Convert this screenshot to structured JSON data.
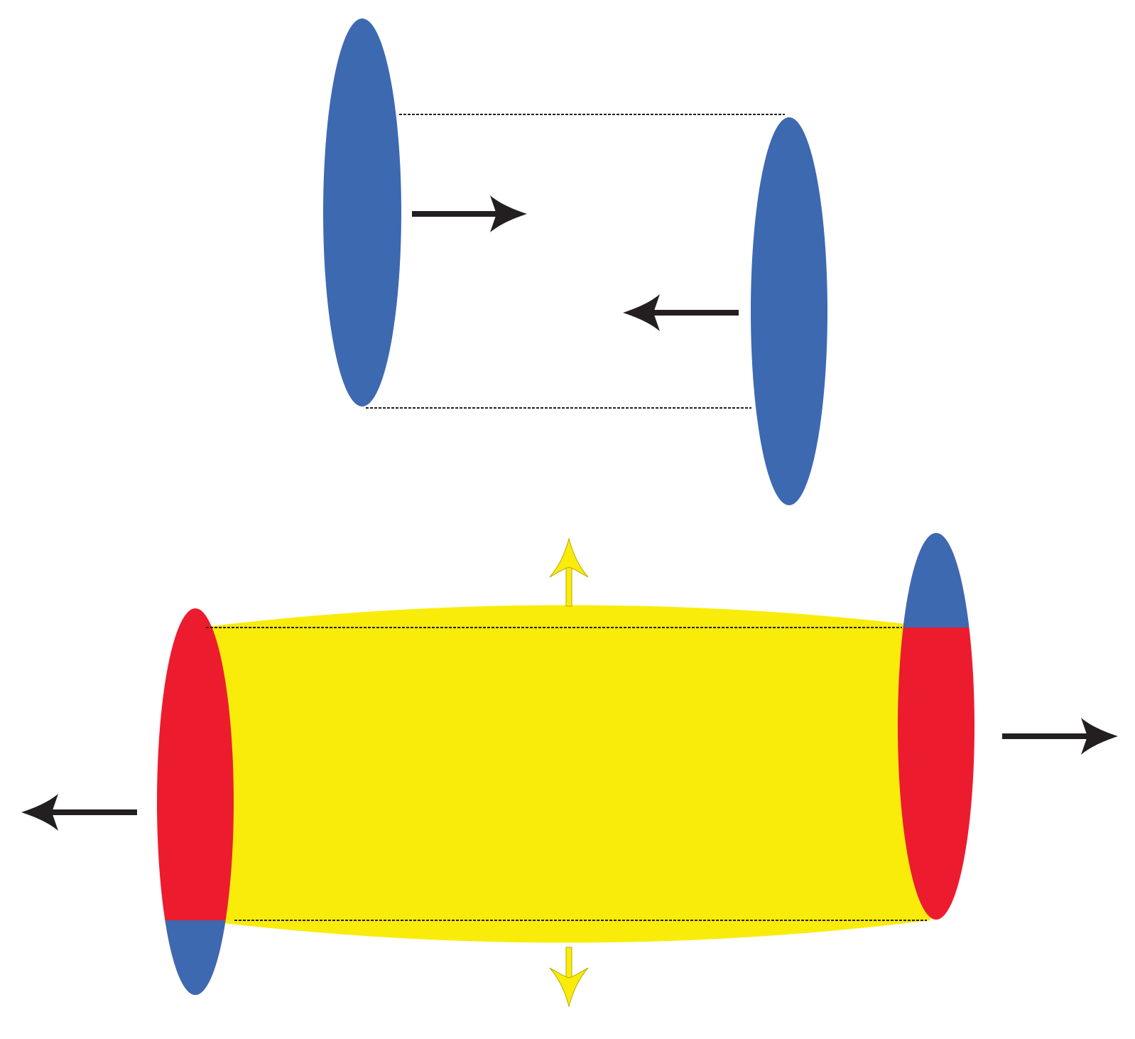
{
  "colors": {
    "background": "#ffffff",
    "nucleus": "#3d69b1",
    "participant": "#ec1c2e",
    "fireball": "#f9ec0b",
    "arrow": "#231f20",
    "dashed_line": "#231f20",
    "emission_arrow_stroke": "#b8ab00"
  },
  "stages": [
    {
      "name": "before-collision",
      "nucleus_colors": [
        "nucleus",
        "nucleus"
      ],
      "motion": [
        "right",
        "left"
      ]
    },
    {
      "name": "after-collision",
      "nucleus_colors": [
        "participant",
        "participant"
      ],
      "spectator_color": "nucleus",
      "motion": [
        "left",
        "right"
      ],
      "fireball_emission": [
        "up",
        "down"
      ]
    }
  ]
}
